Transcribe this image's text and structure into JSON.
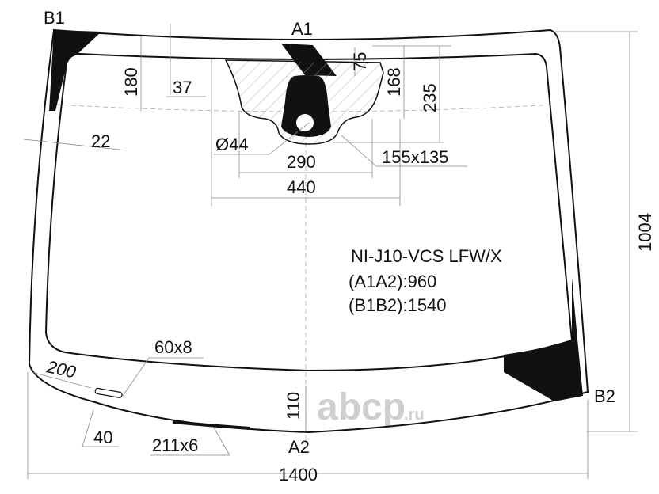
{
  "part_code": "NI-J10-VCS LFW/X",
  "diagonal_a": "(A1A2):960",
  "diagonal_b": "(B1B2):1540",
  "points": {
    "a1": "A1",
    "a2": "A2",
    "b1": "B1",
    "b2": "B2"
  },
  "dimensions": {
    "width": "1400",
    "height": "1004",
    "top_band": "180",
    "d37": "37",
    "d22": "22",
    "d75": "75",
    "d168": "168",
    "d235": "235",
    "sensor_diameter": "Ø44",
    "d290": "290",
    "d440": "440",
    "sensor_size": "155x135",
    "marker_size": "60x8",
    "d200": "200",
    "d40": "40",
    "strip_size": "211x6",
    "d110": "110"
  },
  "watermark": "abcp.ru"
}
